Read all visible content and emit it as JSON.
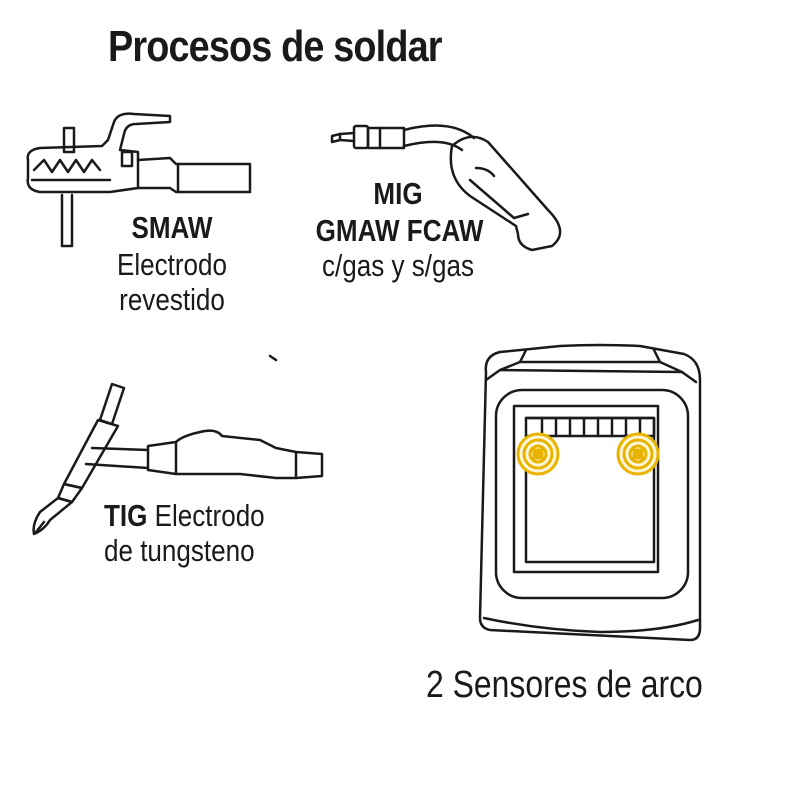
{
  "title": "Procesos de soldar",
  "smaw": {
    "code": "SMAW",
    "line1": "Electrodo",
    "line2": "revestido"
  },
  "mig": {
    "code": "MIG",
    "line1": "GMAW FCAW",
    "line2": "c/gas y s/gas"
  },
  "tig": {
    "code": "TIG",
    "line1": "Electrodo",
    "line2": "de tungsteno"
  },
  "sensors": {
    "caption": "2 Sensores de arco"
  },
  "colors": {
    "stroke": "#1a1a1a",
    "sensor": "#e8b400",
    "background": "#ffffff"
  },
  "icons": [
    "electrode-holder-icon",
    "mig-torch-icon",
    "tig-torch-icon",
    "welding-helmet-icon",
    "arc-sensor-icon"
  ]
}
